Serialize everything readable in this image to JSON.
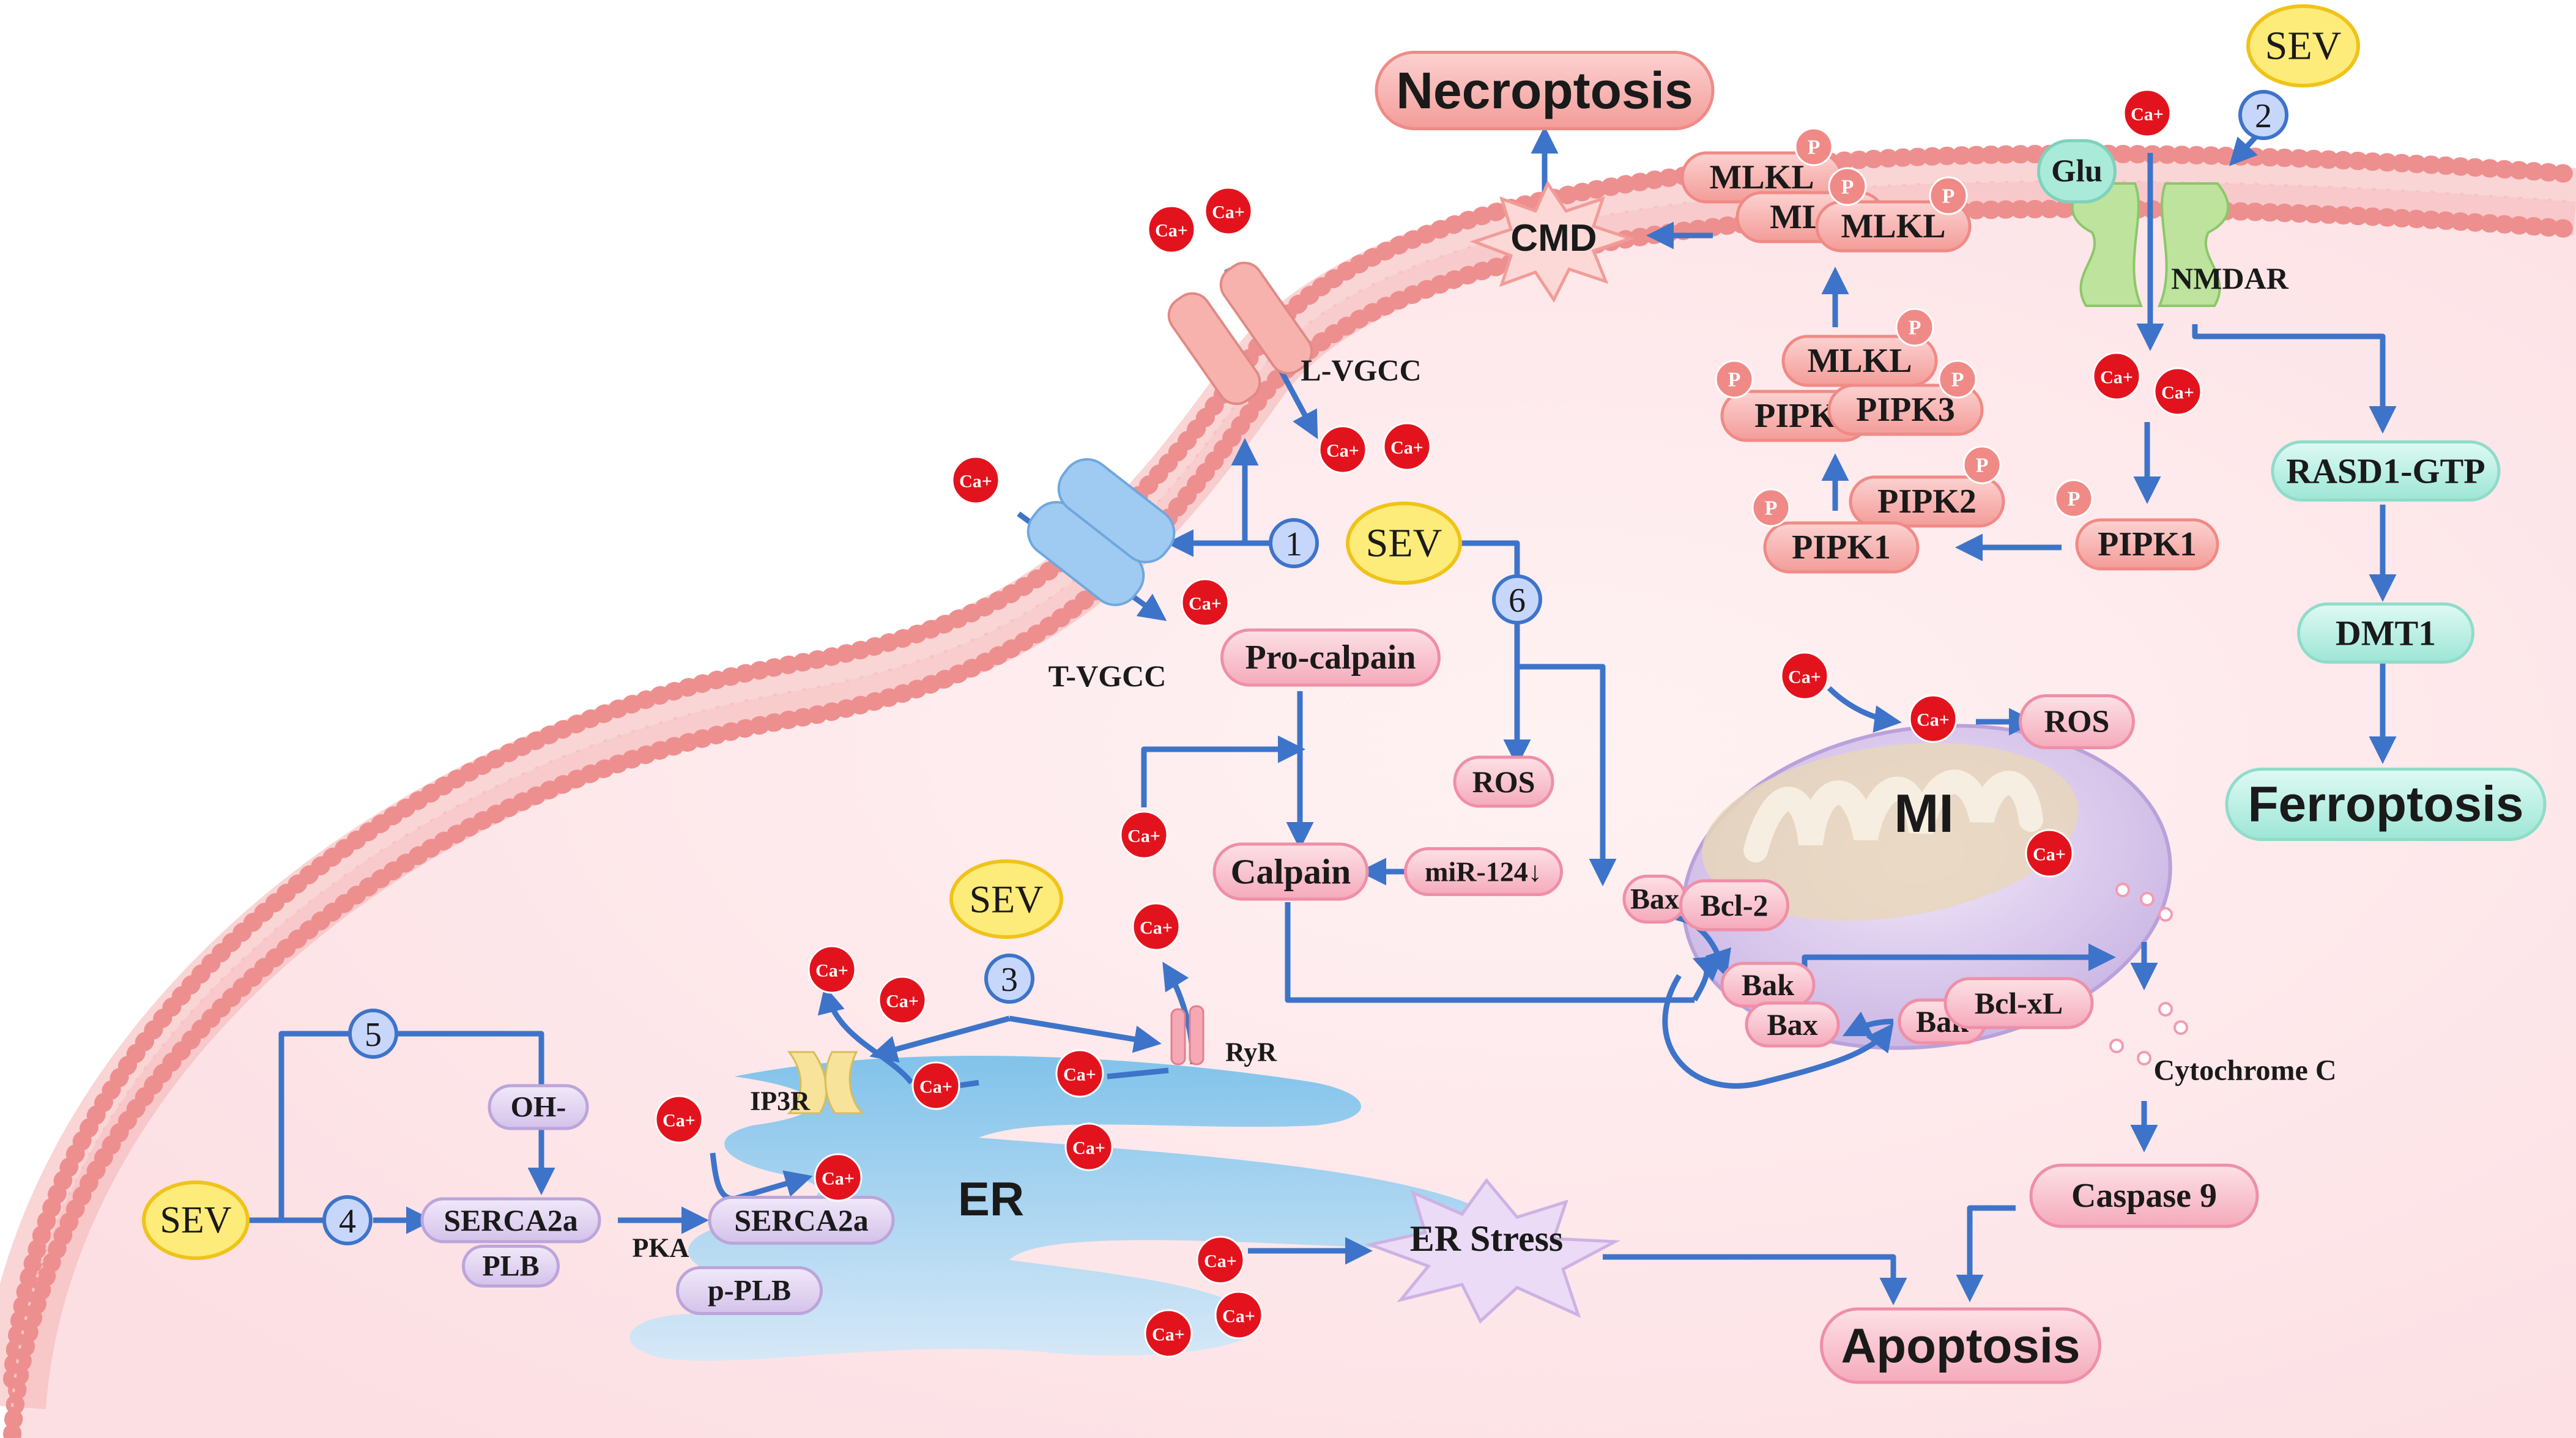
{
  "outcomes": {
    "necroptosis": "Necroptosis",
    "ferroptosis": "Ferroptosis",
    "apoptosis": "Apoptosis"
  },
  "drug": "SEV",
  "pathway_numbers": [
    "1",
    "2",
    "3",
    "4",
    "5",
    "6"
  ],
  "ion": "Ca+",
  "phospho": "P",
  "membrane": {
    "l_vgcc": "L-VGCC",
    "t_vgcc": "T-VGCC",
    "nmdar": "NMDAR",
    "glu": "Glu"
  },
  "necroptosis_path": {
    "cmd": "CMD",
    "mlkl": "MLKL",
    "mlkl_partial": "MLK",
    "pipk_partial": "PIPK",
    "pipk3": "PIPK3",
    "pipk2": "PIPK2",
    "pipk1": "PIPK1"
  },
  "ferroptosis_path": {
    "rasd1": "RASD1-GTP",
    "dmt1": "DMT1"
  },
  "calpain_path": {
    "pro_calpain": "Pro-calpain",
    "calpain": "Calpain",
    "mir124": "miR-124↓",
    "ros": "ROS"
  },
  "mito": {
    "label": "MI",
    "ros": "ROS",
    "bcl2": "Bcl-2",
    "bax": "Bax",
    "bak": "Bak",
    "bclxl": "Bcl-xL",
    "cytc": "Cytochrome C",
    "casp9": "Caspase 9"
  },
  "er": {
    "label": "ER",
    "ryr": "RyR",
    "ip3r": "IP3R",
    "oh": "OH-",
    "serca": "SERCA2a",
    "plb": "PLB",
    "pka": "PKA",
    "pplb": "p-PLB",
    "stress": "ER Stress"
  },
  "colors": {
    "necroptosis_pill": "#f7b1ad",
    "ferroptosis_pill": "#b8efe4",
    "apoptosis_pill": "#f7b8c6",
    "sev_fill": "#fdeb7a",
    "number_fill": "#c7d6fb",
    "arrow": "#3d74c9",
    "ca_red": "#e3131d",
    "membrane": "#f2a6a4",
    "cytoplasm": "#fde7ea",
    "er_blue": "#9dd3f2",
    "mito_purple": "#d9c8ec"
  }
}
